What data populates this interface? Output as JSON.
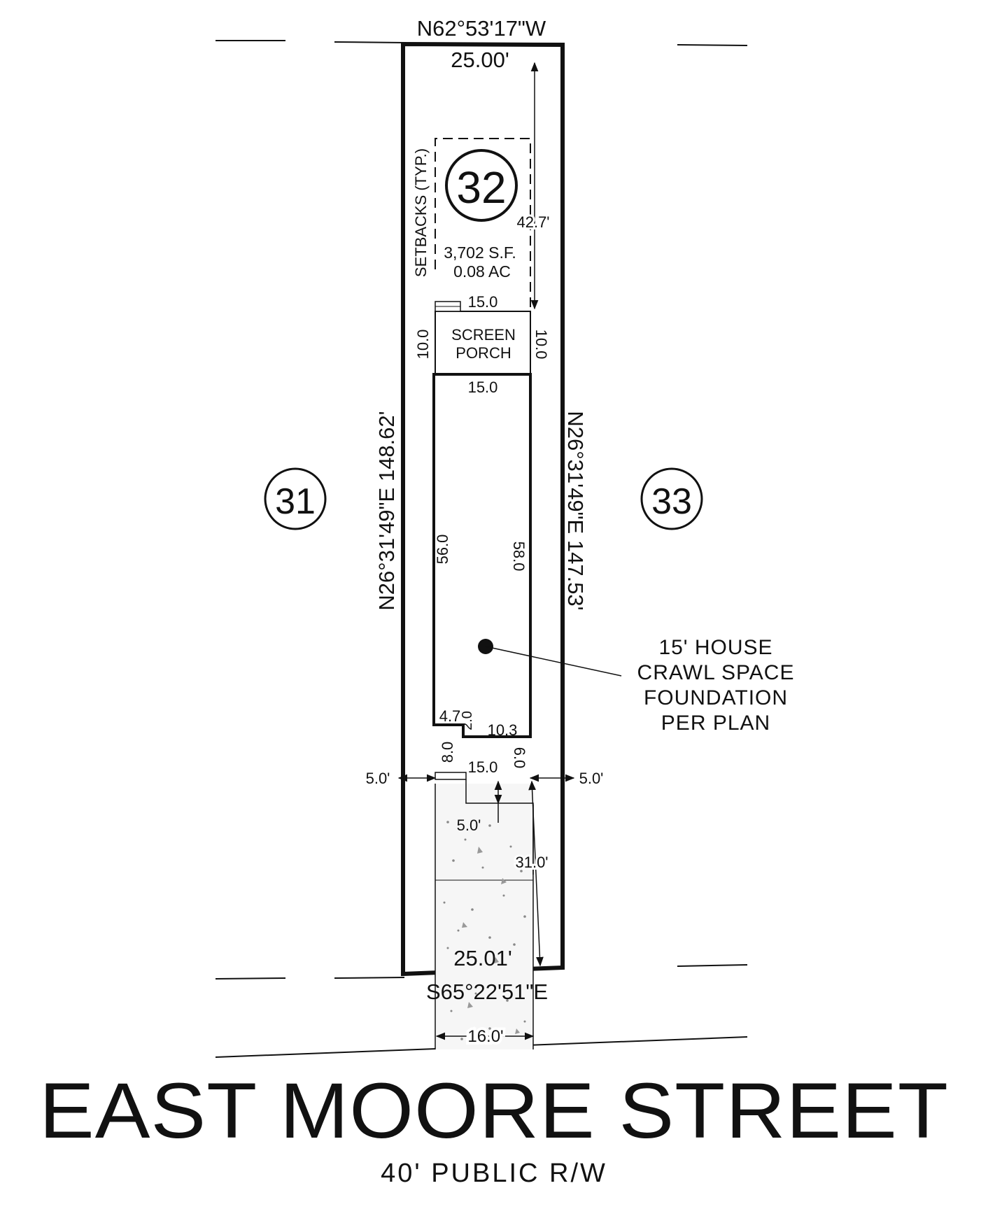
{
  "lot": {
    "number": "32",
    "area_sf": "3,702 S.F.",
    "area_ac": "0.08 AC",
    "setback_label": "SETBACKS (TYP.)"
  },
  "neighbors": {
    "left": "31",
    "right": "33"
  },
  "bearings": {
    "top": "N62°53'17\"W",
    "top_dist": "25.00'",
    "bottom": "S65°22'51\"E",
    "bottom_dist": "25.01'",
    "left": "N26°31'49\"E   148.62'",
    "right": "N26°31'49\"E   147.53'"
  },
  "dimensions": {
    "rear_setback": "42.7'",
    "porch_width": "15.0",
    "porch_depth_left": "10.0",
    "porch_depth_right": "10.0",
    "house_width_top": "15.0",
    "house_len_left": "56.0",
    "house_len_right": "58.0",
    "notch_w": "4.7",
    "notch_h": "2.0",
    "front_right": "10.3",
    "front_ext_left": "8.0",
    "front_ext_right": "6.0",
    "front_width": "15.0",
    "side_left": "5.0'",
    "side_right": "5.0'",
    "walk": "5.0'",
    "front_setback": "31.0'",
    "drive_width": "16.0'"
  },
  "porch": {
    "line1": "SCREEN",
    "line2": "PORCH"
  },
  "house_note": [
    "15' HOUSE",
    "CRAWL SPACE",
    "FOUNDATION",
    "PER PLAN"
  ],
  "street": {
    "name": "EAST MOORE STREET",
    "row": "40' PUBLIC R/W"
  }
}
